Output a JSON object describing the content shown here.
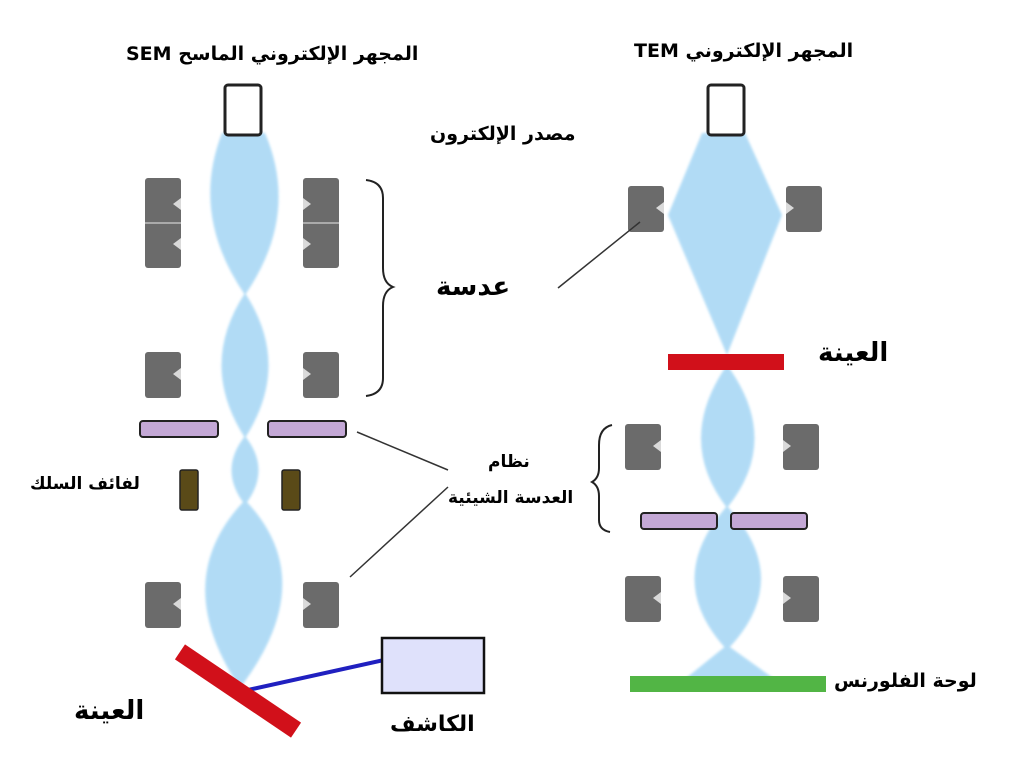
{
  "labels": {
    "sem_title": "المجهر الإلكتروني الماسح SEM",
    "tem_title": "المجهر الإلكتروني TEM",
    "electron_source": "مصدر الإلكترون",
    "lens": "عدسة",
    "sample_tem": "العينة",
    "objective_line1": "نظام",
    "objective_line2": "العدسة الشيئية",
    "wire_coils": "لفائف السلك",
    "sample_sem": "العينة",
    "detector": "الكاشف",
    "fluorescent_screen": "لوحة الفلورنس"
  },
  "colors": {
    "beam": "#a9d8f5",
    "lens_block": "#6b6b6b",
    "sample": "#d1101a",
    "aperture": "#c4a8d6",
    "coil": "#5a4a18",
    "screen": "#52b545",
    "detector_fill": "#dfe1fb",
    "signal": "#2020c0"
  }
}
